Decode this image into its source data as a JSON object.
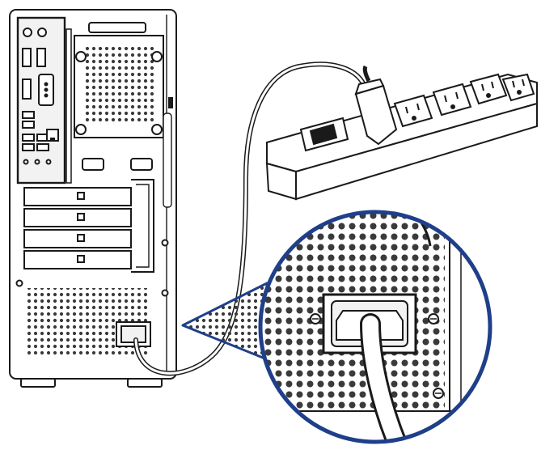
{
  "diagram": {
    "colors": {
      "line": "#1a1a1a",
      "fill": "#ffffff",
      "panel": "#f2f2f2",
      "accent": "#1f3f8a",
      "vent": "#3a3a3a"
    },
    "components": [
      {
        "id": "pc-tower",
        "icon": "desktop-tower-rear-icon"
      },
      {
        "id": "io-panel",
        "icon": "rear-io-ports-icon"
      },
      {
        "id": "power-strip",
        "icon": "power-strip-icon"
      },
      {
        "id": "power-cord",
        "icon": "power-cord-icon"
      },
      {
        "id": "zoom-callout",
        "icon": "magnifier-callout-icon"
      },
      {
        "id": "ac-inlet",
        "icon": "ac-power-inlet-icon"
      }
    ]
  }
}
